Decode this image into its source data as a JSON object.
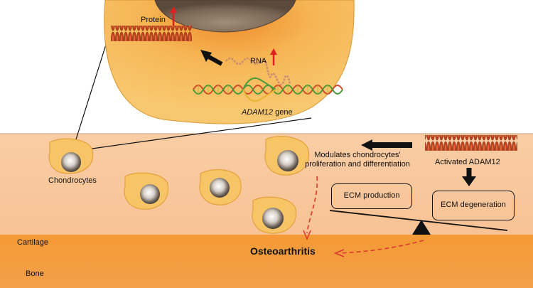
{
  "labels": {
    "protein": "Protein",
    "rna": "RNA",
    "gene_italic": "ADAM12",
    "gene_suffix": " gene",
    "chondrocytes": "Chondrocytes",
    "modulates_line1": "Modulates chondrocytes'",
    "modulates_line2": "proliferation and differentiation",
    "activated": "Activated ADAM12",
    "ecm_production": "ECM production",
    "ecm_degeneration": "ECM degeneration",
    "cartilage": "Cartilage",
    "bone": "Bone",
    "osteoarthritis": "Osteoarthritis"
  },
  "colors": {
    "cell_fill": "#f7c466",
    "cell_glow": "#f39a3c",
    "cartilage_fill": "#f8c99d",
    "bone_fill": "#f29b3a",
    "protein": "#c9451f",
    "up_arrow": "#e02020",
    "dashed_arrow": "#d83a2b",
    "nucleus_dark": "#6e5e4e"
  },
  "icons": {
    "protein_chain": "protein-helix-icon",
    "dna": "dna-double-helix-icon",
    "rna_strand": "rna-strand-icon",
    "up_arrow": "red-up-arrow-icon",
    "fulcrum": "balance-fulcrum-icon"
  }
}
